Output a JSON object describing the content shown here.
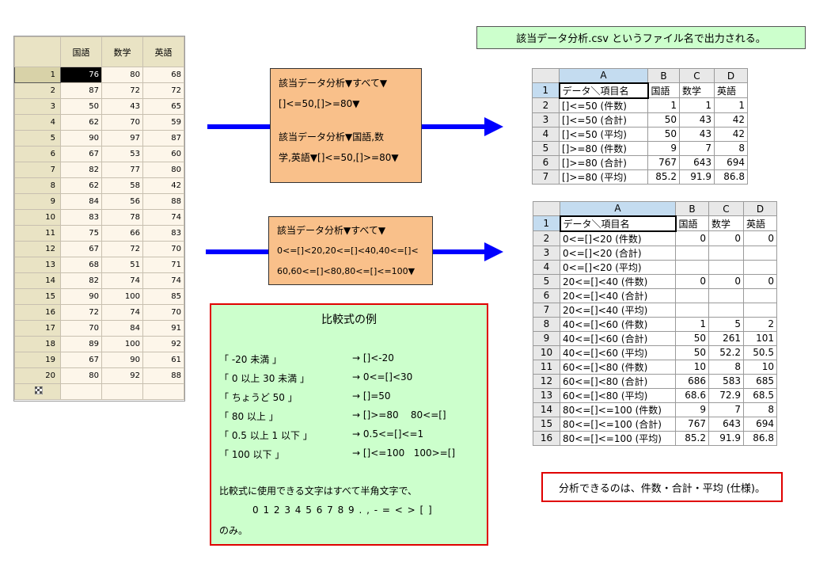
{
  "top_note": "該当データ分析.csv というファイル名で出力される。",
  "spec_note": "分析できるのは、件数・合計・平均 (仕様)。",
  "left_grid": {
    "headers": [
      "国語",
      "数学",
      "英語"
    ],
    "rows": [
      {
        "n": "1",
        "v": [
          "76",
          "80",
          "68"
        ]
      },
      {
        "n": "2",
        "v": [
          "87",
          "72",
          "72"
        ]
      },
      {
        "n": "3",
        "v": [
          "50",
          "43",
          "65"
        ]
      },
      {
        "n": "4",
        "v": [
          "62",
          "70",
          "59"
        ]
      },
      {
        "n": "5",
        "v": [
          "90",
          "97",
          "87"
        ]
      },
      {
        "n": "6",
        "v": [
          "67",
          "53",
          "60"
        ]
      },
      {
        "n": "7",
        "v": [
          "82",
          "77",
          "80"
        ]
      },
      {
        "n": "8",
        "v": [
          "62",
          "58",
          "42"
        ]
      },
      {
        "n": "9",
        "v": [
          "84",
          "56",
          "88"
        ]
      },
      {
        "n": "10",
        "v": [
          "83",
          "78",
          "74"
        ]
      },
      {
        "n": "11",
        "v": [
          "75",
          "66",
          "83"
        ]
      },
      {
        "n": "12",
        "v": [
          "67",
          "72",
          "70"
        ]
      },
      {
        "n": "13",
        "v": [
          "68",
          "51",
          "71"
        ]
      },
      {
        "n": "14",
        "v": [
          "82",
          "74",
          "74"
        ]
      },
      {
        "n": "15",
        "v": [
          "90",
          "100",
          "85"
        ]
      },
      {
        "n": "16",
        "v": [
          "72",
          "74",
          "70"
        ]
      },
      {
        "n": "17",
        "v": [
          "70",
          "84",
          "91"
        ]
      },
      {
        "n": "18",
        "v": [
          "89",
          "100",
          "92"
        ]
      },
      {
        "n": "19",
        "v": [
          "67",
          "90",
          "61"
        ]
      },
      {
        "n": "20",
        "v": [
          "80",
          "92",
          "88"
        ]
      }
    ],
    "new_row_icon": "grid-icon"
  },
  "box1": {
    "lines": [
      "該当データ分析▼すべて▼",
      "[]<=50,[]>=80▼",
      "",
      "該当データ分析▼国語,数",
      "学,英語▼[]<=50,[]>=80▼"
    ]
  },
  "box2": {
    "lines": [
      "該当データ分析▼すべて▼",
      "0<=[]<20,20<=[]<40,40<=[]<",
      "60,60<=[]<80,80<=[]<=100▼"
    ]
  },
  "examples": {
    "title": "比較式の例",
    "rows": [
      {
        "label": "「 -20 未満 」",
        "expr": "→ []<-20"
      },
      {
        "label": "「 0 以上 30 未満 」",
        "expr": "→ 0<=[]<30"
      },
      {
        "label": "「 ちょうど 50 」",
        "expr": "→ []=50"
      },
      {
        "label": "「 80 以上 」",
        "expr": "→ []>=80    80<=[]"
      },
      {
        "label": "「 0.5 以上 1 以下 」",
        "expr": "→ 0.5<=[]<=1"
      },
      {
        "label": "「 100 以下 」",
        "expr": "→ []<=100   100>=[]"
      }
    ],
    "note1": "比較式に使用できる文字はすべて半角文字で、",
    "note2": "0 1 2 3 4 5 6 7 8 9 . , - = < > [ ]",
    "note3": "のみ。"
  },
  "sheet1": {
    "cols": [
      "A",
      "B",
      "C",
      "D"
    ],
    "rows": [
      {
        "n": "1",
        "a": "データ＼項目名",
        "b": "国語",
        "c": "数学",
        "d": "英語"
      },
      {
        "n": "2",
        "a": "[]<=50 (件数)",
        "b": "1",
        "c": "1",
        "d": "1"
      },
      {
        "n": "3",
        "a": "[]<=50 (合計)",
        "b": "50",
        "c": "43",
        "d": "42"
      },
      {
        "n": "4",
        "a": "[]<=50 (平均)",
        "b": "50",
        "c": "43",
        "d": "42"
      },
      {
        "n": "5",
        "a": "[]>=80 (件数)",
        "b": "9",
        "c": "7",
        "d": "8"
      },
      {
        "n": "6",
        "a": "[]>=80 (合計)",
        "b": "767",
        "c": "643",
        "d": "694"
      },
      {
        "n": "7",
        "a": "[]>=80 (平均)",
        "b": "85.2",
        "c": "91.9",
        "d": "86.8"
      }
    ]
  },
  "sheet2": {
    "cols": [
      "A",
      "B",
      "C",
      "D"
    ],
    "rows": [
      {
        "n": "1",
        "a": "データ＼項目名",
        "b": "国語",
        "c": "数学",
        "d": "英語"
      },
      {
        "n": "2",
        "a": "0<=[]<20 (件数)",
        "b": "0",
        "c": "0",
        "d": "0"
      },
      {
        "n": "3",
        "a": "0<=[]<20 (合計)",
        "b": "",
        "c": "",
        "d": ""
      },
      {
        "n": "4",
        "a": "0<=[]<20 (平均)",
        "b": "",
        "c": "",
        "d": ""
      },
      {
        "n": "5",
        "a": "20<=[]<40 (件数)",
        "b": "0",
        "c": "0",
        "d": "0"
      },
      {
        "n": "6",
        "a": "20<=[]<40 (合計)",
        "b": "",
        "c": "",
        "d": ""
      },
      {
        "n": "7",
        "a": "20<=[]<40 (平均)",
        "b": "",
        "c": "",
        "d": ""
      },
      {
        "n": "8",
        "a": "40<=[]<60 (件数)",
        "b": "1",
        "c": "5",
        "d": "2"
      },
      {
        "n": "9",
        "a": "40<=[]<60 (合計)",
        "b": "50",
        "c": "261",
        "d": "101"
      },
      {
        "n": "10",
        "a": "40<=[]<60 (平均)",
        "b": "50",
        "c": "52.2",
        "d": "50.5"
      },
      {
        "n": "11",
        "a": "60<=[]<80 (件数)",
        "b": "10",
        "c": "8",
        "d": "10"
      },
      {
        "n": "12",
        "a": "60<=[]<80 (合計)",
        "b": "686",
        "c": "583",
        "d": "685"
      },
      {
        "n": "13",
        "a": "60<=[]<80 (平均)",
        "b": "68.6",
        "c": "72.9",
        "d": "68.5"
      },
      {
        "n": "14",
        "a": "80<=[]<=100 (件数)",
        "b": "9",
        "c": "7",
        "d": "8"
      },
      {
        "n": "15",
        "a": "80<=[]<=100 (合計)",
        "b": "767",
        "c": "643",
        "d": "694"
      },
      {
        "n": "16",
        "a": "80<=[]<=100 (平均)",
        "b": "85.2",
        "c": "91.9",
        "d": "86.8"
      }
    ]
  }
}
